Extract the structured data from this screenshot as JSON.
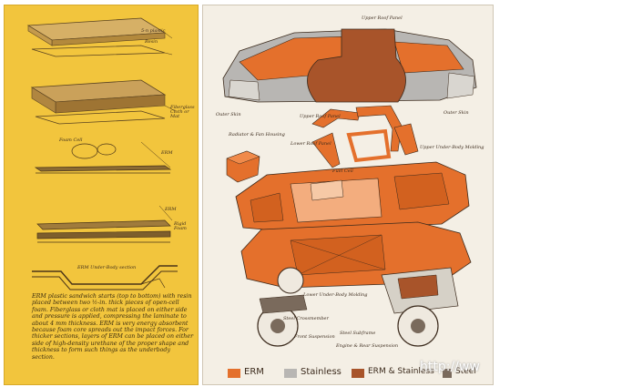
{
  "left_panel": {
    "labels": {
      "plastic": "5-n plastic",
      "resin": "Resin",
      "fiberglass": "Fiberglass Cloth or Mat",
      "foam_cell": "Foam Cell",
      "erm": "ERM",
      "erm2": "ERM",
      "rigid_foam": "Rigid Foam",
      "section": "ERM Under-Body section"
    },
    "caption": "ERM plastic sandwich starts (top to bottom) with resin placed between two ½-in. thick pieces of open-cell foam. Fiberglass or cloth mat is placed on either side and pressure is applied, compressing the laminate to about 4 mm thickness. ERM is very energy absorbent because foam core spreads out the impact forces. For thicker sections, layers of ERM can be placed on either side of high-density urethane of the proper shape and thickness to form such things as the underbody section."
  },
  "right_panel": {
    "labels": {
      "upper_roof_panel_top": "Upper Roof Panel",
      "outer_skin_left": "Outer Skin",
      "upper_roof_panel": "Upper Roof Panel",
      "outer_skin_right": "Outer Skin",
      "radiator": "Radiator & Fan Housing",
      "lower_roof_panel": "Lower Roof Panel",
      "upper_under_body": "Upper Under-Body Molding",
      "fuel_cell": "Fuel Cell",
      "lower_under_body": "Lower Under-Body Molding",
      "steel_crossmember": "Steel Crossmember",
      "front_suspension": "Front Suspension",
      "steel_subframe": "Steel Subframe",
      "engine_rear": "Engine & Rear Suspension"
    },
    "legend": [
      {
        "label": "ERM",
        "color": "#e4702c"
      },
      {
        "label": "Stainless",
        "color": "#b8b6b3"
      },
      {
        "label": "ERM & Stainless",
        "color": "#a8542a"
      },
      {
        "label": "Steel",
        "color": "#7a6a5c"
      }
    ],
    "watermark": "http://ww"
  },
  "colors": {
    "erm": "#e4702c",
    "stainless": "#b8b6b3",
    "erm_stainless": "#a8542a",
    "yellow_bg": "#f2c53d"
  }
}
